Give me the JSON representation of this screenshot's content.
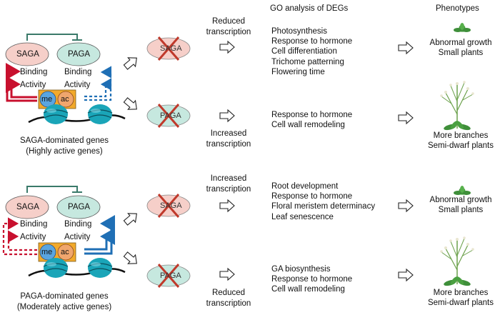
{
  "headers": {
    "go": "GO analysis of DEGs",
    "phenotypes": "Phenotypes"
  },
  "complexes": {
    "saga": "SAGA",
    "paga": "PAGA"
  },
  "labels": {
    "binding": "Binding",
    "activity": "Activity",
    "me": "me",
    "ac": "ac"
  },
  "top": {
    "caption_line1": "SAGA-dominated genes",
    "caption_line2": "(Highly active genes)",
    "row1": {
      "mutant": "SAGA",
      "transcription": [
        "Reduced",
        "transcription"
      ],
      "go": [
        "Photosynthesis",
        "Response to hormone",
        "Cell differentiation",
        "Trichome patterning",
        "Flowering time"
      ],
      "phenotype": [
        "Abnormal growth",
        "Small plants"
      ]
    },
    "row2": {
      "mutant": "PAGA",
      "transcription": [
        "Increased",
        "transcription"
      ],
      "go": [
        "Response to hormone",
        "Cell wall remodeling"
      ],
      "phenotype": [
        "More branches",
        "Semi-dwarf plants"
      ]
    }
  },
  "bottom": {
    "caption_line1": "PAGA-dominated genes",
    "caption_line2": "(Moderately active genes)",
    "row1": {
      "mutant": "SAGA",
      "transcription": [
        "Increased",
        "transcription"
      ],
      "go": [
        "Root development",
        "Response to hormone",
        "Floral meristem determinacy",
        "Leaf senescence"
      ],
      "phenotype": [
        "Abnormal growth",
        "Small plants"
      ]
    },
    "row2": {
      "mutant": "PAGA",
      "transcription": [
        "Reduced",
        "transcription"
      ],
      "go": [
        "GA biosynthesis",
        "Response to hormone",
        "Cell wall remodeling"
      ],
      "phenotype": [
        "More branches",
        "Semi-dwarf plants"
      ]
    }
  },
  "colors": {
    "saga_fill": "#f6cfc9",
    "paga_fill": "#c6e8df",
    "red": "#c8102e",
    "blue": "#1f6fb5",
    "teal": "#3a7a6a",
    "me_fill": "#5aa5e0",
    "ac_fill": "#f0a66d",
    "box_fill": "#f2a92b",
    "nucleosome": "#1aa5b8",
    "cross": "#c0392b",
    "plant": "#3f8f3a"
  }
}
